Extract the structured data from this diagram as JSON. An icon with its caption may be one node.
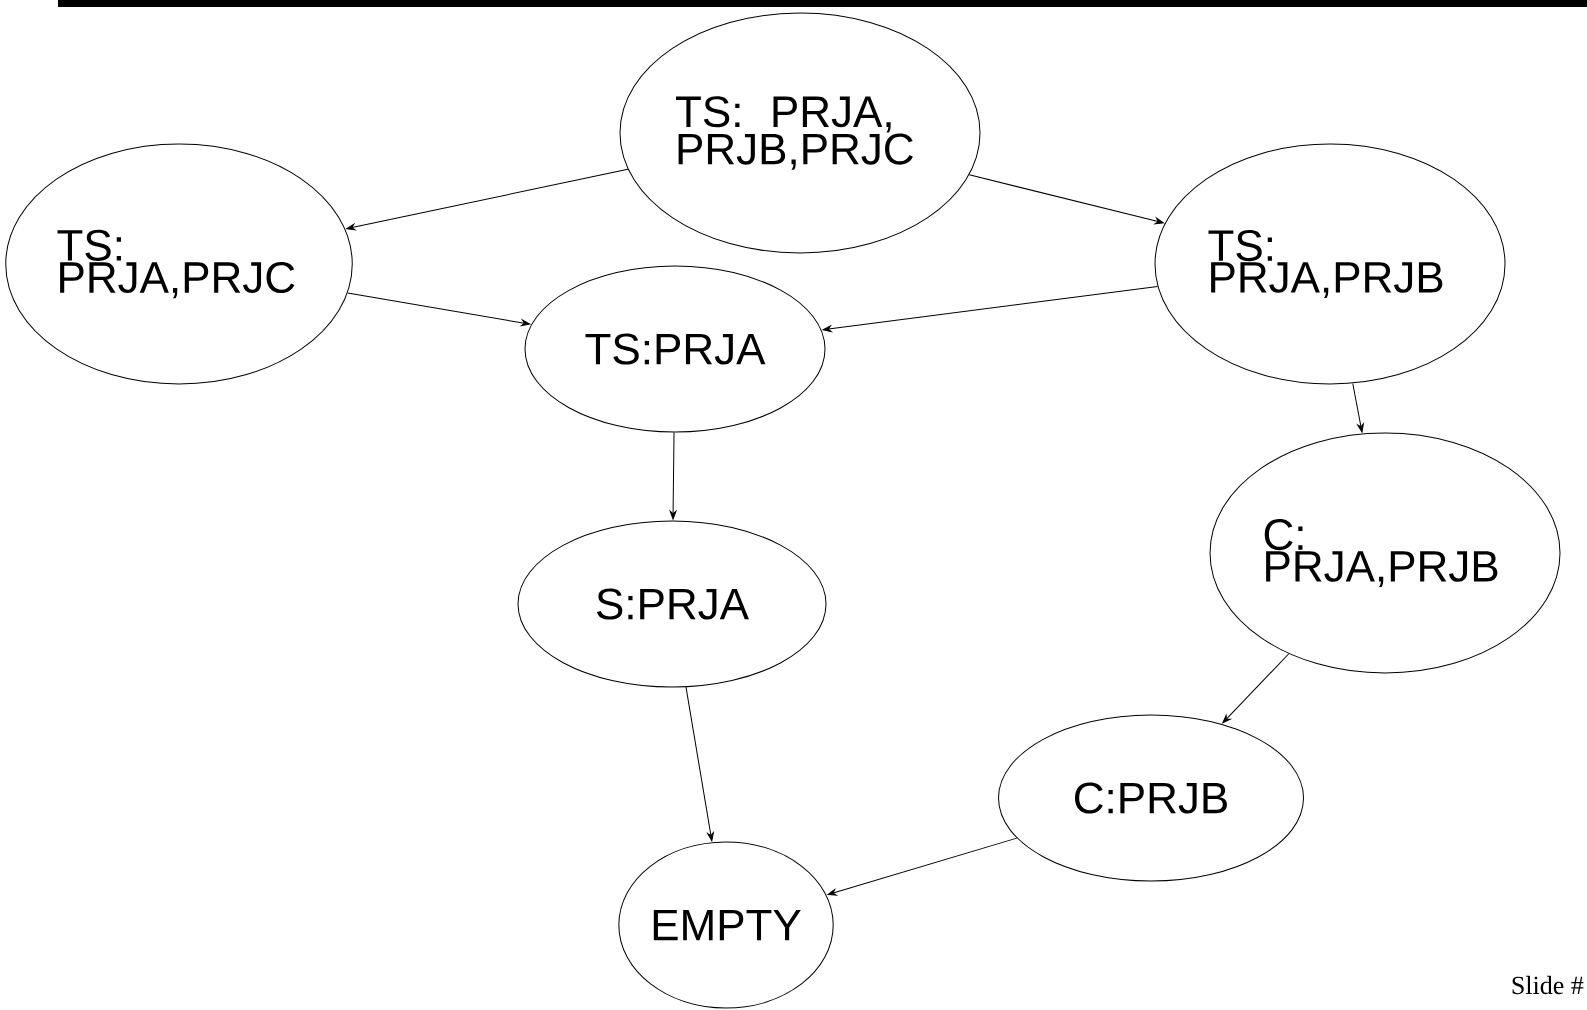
{
  "diagram": {
    "nodes": [
      {
        "text": [
          "TS: PRJA, PRJB,PRJC"
        ]
      },
      {
        "text": [
          "TS: PRJA,PRJC"
        ]
      },
      {
        "text": [
          "TS:PRJA"
        ]
      },
      {
        "text": [
          "TS: PRJA,PRJB"
        ]
      },
      {
        "text": [
          "S:PRJA"
        ]
      },
      {
        "text": [
          "C: PRJA,PRJB"
        ]
      },
      {
        "text": [
          "C:PRJB"
        ]
      },
      {
        "text": [
          "EMPTY"
        ]
      }
    ],
    "edges": [
      {
        "from": 0,
        "to": 1,
        "arrow": "to"
      },
      {
        "from": 0,
        "to": 3,
        "arrow": "to"
      },
      {
        "from": 1,
        "to": 2,
        "arrow": "to"
      },
      {
        "from": 3,
        "to": 2,
        "arrow": "to"
      },
      {
        "from": 2,
        "to": 4,
        "arrow": "to"
      },
      {
        "from": 3,
        "to": 5,
        "arrow": "to"
      },
      {
        "from": 5,
        "to": 6,
        "arrow": "to"
      },
      {
        "from": 4,
        "to": 7,
        "arrow": "to"
      },
      {
        "from": 6,
        "to": 7,
        "arrow": "to"
      }
    ],
    "labels": [
      "Slide #"
    ]
  }
}
